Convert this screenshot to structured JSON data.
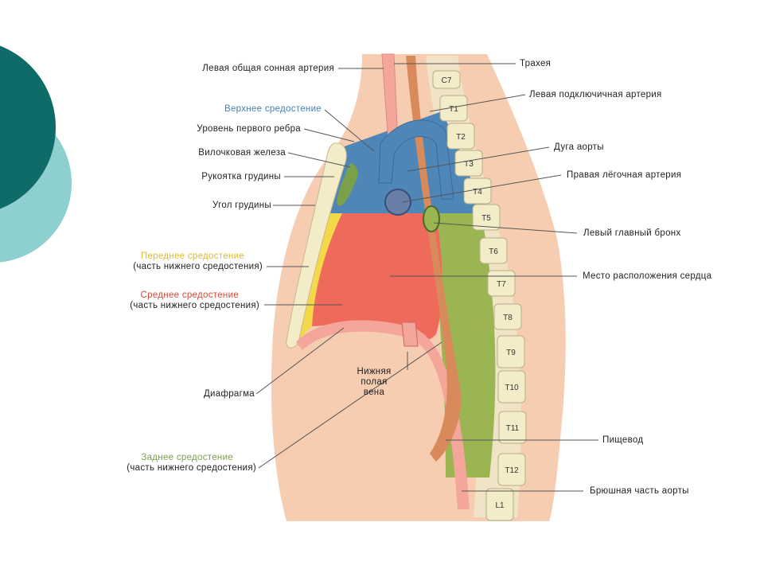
{
  "labels_left": {
    "common_carotid": "Левая общая сонная артерия",
    "superior_mediastinum": "Верхнее средостение",
    "first_rib_level": "Уровень первого ребра",
    "thymus": "Вилочковая железа",
    "manubrium": "Рукоятка грудины",
    "sternal_angle": "Угол грудины",
    "anterior_mediastinum_1": "Переднее средостение",
    "anterior_mediastinum_2": "(часть нижнего средостения)",
    "middle_mediastinum_1": "Среднее средостение",
    "middle_mediastinum_2": "(часть нижнего средостения)",
    "diaphragm": "Диафрагма",
    "posterior_mediastinum_1": "Заднее средостение",
    "posterior_mediastinum_2": "(часть нижнего средостения)"
  },
  "labels_center": {
    "ivc_1": "Нижняя",
    "ivc_2": "полая",
    "ivc_3": "вена"
  },
  "labels_right": {
    "trachea": "Трахея",
    "subclavian": "Левая подключичная артерия",
    "aortic_arch": "Дуга аорты",
    "pulmonary_artery": "Правая лёгочная артерия",
    "left_bronchus": "Левый главный бронх",
    "heart_location": "Место расположения сердца",
    "esophagus": "Пищевод",
    "abdominal_aorta": "Брюшная часть аорты"
  },
  "vertebrae": [
    "C7",
    "T1",
    "T2",
    "T3",
    "T4",
    "T5",
    "T6",
    "T7",
    "T8",
    "T9",
    "T10",
    "T11",
    "T12",
    "L1"
  ],
  "colors": {
    "slide_teal_dark": "#0e6b68",
    "slide_teal_light": "#8ecfcf",
    "skin": "#f7cdb2",
    "superior_blue": "#4f86b8",
    "anterior_yellow": "#f4d84a",
    "middle_red": "#ee6b5b",
    "posterior_green": "#9bb552",
    "vertebra": "#f2ecc8"
  }
}
